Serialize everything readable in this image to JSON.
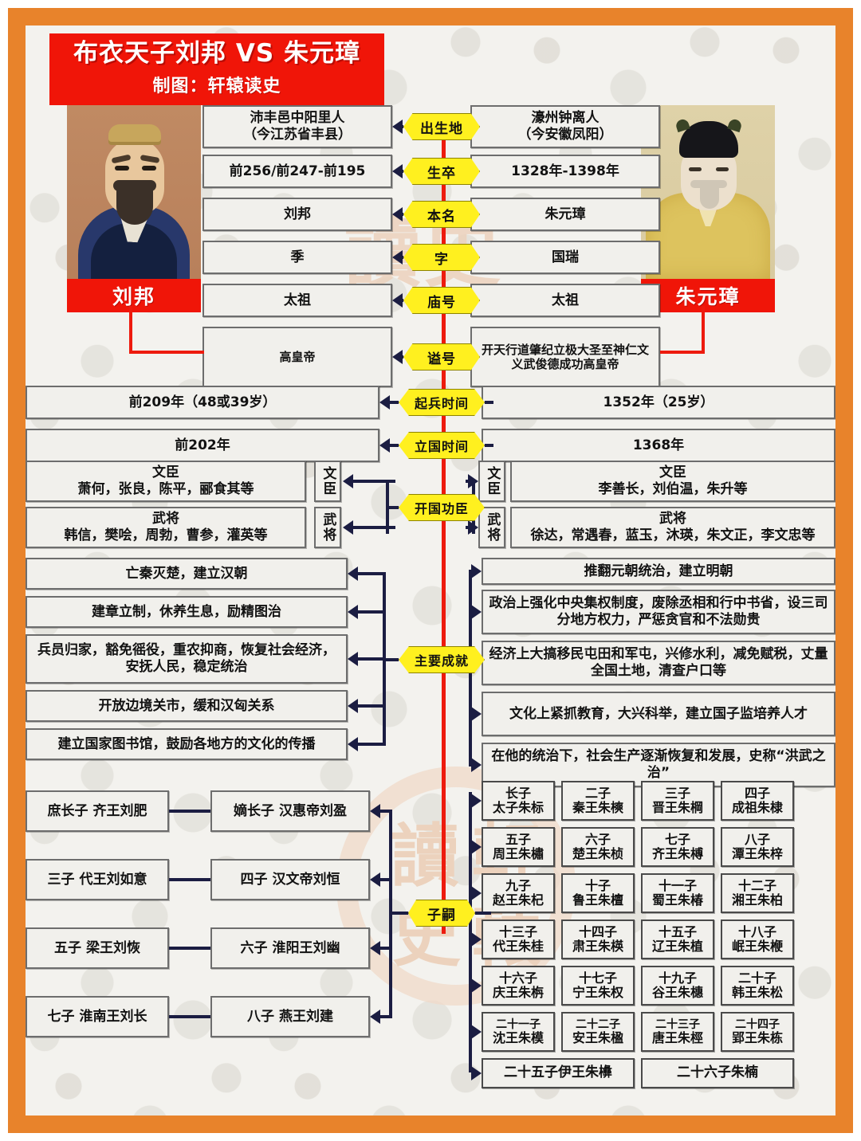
{
  "meta": {
    "title_main": "布衣天子刘邦 VS 朱元璋",
    "title_sub": "制图：轩辕读史",
    "frame_color": "#E8832B",
    "title_bg": "#F01508",
    "hex_color": "#FFF01F",
    "spine_color": "#ED1B0E"
  },
  "watermarks": {
    "center_top": "讀史",
    "w1": "讀",
    "w2": "軒",
    "w3": "史",
    "w4": "轅"
  },
  "left_person": {
    "name": "刘邦",
    "portrait": "liu-bang-portrait"
  },
  "right_person": {
    "name": "朱元璋",
    "portrait": "zhu-yuanzhang-portrait"
  },
  "rows": [
    {
      "label": "出生地",
      "left": "沛丰邑中阳里人\n（今江苏省丰县）",
      "right": "濠州钟离人\n（今安徽凤阳）"
    },
    {
      "label": "生卒",
      "left": "前256/前247-前195",
      "right": "1328年-1398年"
    },
    {
      "label": "本名",
      "left": "刘邦",
      "right": "朱元璋"
    },
    {
      "label": "字",
      "left": "季",
      "right": "国瑞"
    },
    {
      "label": "庙号",
      "left": "太祖",
      "right": "太祖"
    },
    {
      "label": "谥号",
      "left": "高皇帝",
      "right": "开天行道肇纪立极大圣至神仁文义武俊德成功高皇帝"
    }
  ],
  "wide_rows": [
    {
      "label": "起兵时间",
      "left": "前209年（48或39岁）",
      "right": "1352年（25岁）"
    },
    {
      "label": "立国时间",
      "left": "前202年",
      "right": "1368年"
    }
  ],
  "founders": {
    "label": "开国功臣",
    "left": [
      {
        "tag": "文臣",
        "title": "文臣",
        "names": "萧何，张良，陈平，郦食其等"
      },
      {
        "tag": "武将",
        "title": "武将",
        "names": "韩信，樊哙，周勃，曹参，灌英等"
      }
    ],
    "right": [
      {
        "tag": "文臣",
        "title": "文臣",
        "names": "李善长，刘伯温，朱升等"
      },
      {
        "tag": "武将",
        "title": "武将",
        "names": "徐达，常遇春，蓝玉，沐瑛，朱文正，李文忠等"
      }
    ]
  },
  "achievements": {
    "label": "主要成就",
    "left": [
      "亡秦灭楚，建立汉朝",
      "建章立制，休养生息，励精图治",
      "兵员归家，豁免徭役，重农抑商，恢复社会经济，安抚人民，稳定统治",
      "开放边境关市，缓和汉匈关系",
      "建立国家图书馆，鼓励各地方的文化的传播"
    ],
    "right": [
      "推翻元朝统治，建立明朝",
      "政治上强化中央集权制度，废除丞相和行中书省，设三司分地方权力，严惩贪官和不法勋贵",
      "经济上大搞移民屯田和军屯，兴修水利，减免赋税，丈量全国土地，清查户口等",
      "文化上紧抓教育，大兴科举，建立国子监培养人才",
      "在他的统治下，社会生产逐渐恢复和发展，史称“洪武之治”"
    ]
  },
  "offspring": {
    "label": "子嗣",
    "left_pairs": [
      {
        "a": "庶长子 齐王刘肥",
        "b": "嫡长子 汉惠帝刘盈"
      },
      {
        "a": "三子 代王刘如意",
        "b": "四子 汉文帝刘恒"
      },
      {
        "a": "五子 梁王刘恢",
        "b": "六子 淮阳王刘幽"
      },
      {
        "a": "七子 淮南王刘长",
        "b": "八子 燕王刘建"
      }
    ],
    "right_grid": [
      [
        {
          "ord": "长子",
          "name": "太子朱标"
        },
        {
          "ord": "二子",
          "name": "秦王朱樉"
        },
        {
          "ord": "三子",
          "name": "晋王朱棡"
        },
        {
          "ord": "四子",
          "name": "成祖朱棣"
        }
      ],
      [
        {
          "ord": "五子",
          "name": "周王朱橚"
        },
        {
          "ord": "六子",
          "name": "楚王朱桢"
        },
        {
          "ord": "七子",
          "name": "齐王朱榑"
        },
        {
          "ord": "八子",
          "name": "潭王朱梓"
        }
      ],
      [
        {
          "ord": "九子",
          "name": "赵王朱杞"
        },
        {
          "ord": "十子",
          "name": "鲁王朱檀"
        },
        {
          "ord": "十一子",
          "name": "蜀王朱椿"
        },
        {
          "ord": "十二子",
          "name": "湘王朱柏"
        }
      ],
      [
        {
          "ord": "十三子",
          "name": "代王朱桂"
        },
        {
          "ord": "十四子",
          "name": "肃王朱楧"
        },
        {
          "ord": "十五子",
          "name": "辽王朱植"
        },
        {
          "ord": "十八子",
          "name": "岷王朱楩"
        }
      ],
      [
        {
          "ord": "十六子",
          "name": "庆王朱栴"
        },
        {
          "ord": "十七子",
          "name": "宁王朱权"
        },
        {
          "ord": "十九子",
          "name": "谷王朱橞"
        },
        {
          "ord": "二十子",
          "name": "韩王朱松"
        }
      ],
      [
        {
          "ord": "二十一子",
          "name": "沈王朱模"
        },
        {
          "ord": "二十二子",
          "name": "安王朱楹"
        },
        {
          "ord": "二十三子",
          "name": "唐王朱桱"
        },
        {
          "ord": "二十四子",
          "name": "郢王朱栋"
        }
      ]
    ],
    "right_tail": [
      "二十五子伊王朱㰘",
      "二十六子朱楠"
    ]
  }
}
